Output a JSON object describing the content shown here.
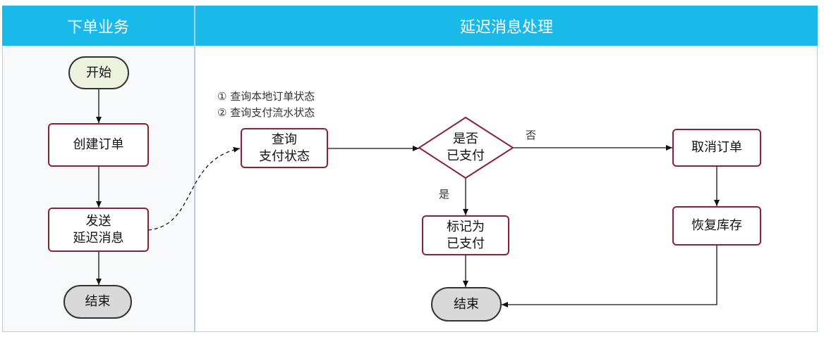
{
  "lanes": {
    "left_title": "下单业务",
    "right_title": "延迟消息处理"
  },
  "nodes": {
    "start": "开始",
    "create_order": "创建订单",
    "send_delay_msg": "发送\n延迟消息",
    "end_left": "结束",
    "query_pay_status": "查询\n支付状态",
    "is_paid": "是否\n已支付",
    "mark_paid": "标记为\n已支付",
    "cancel_order": "取消订单",
    "restore_stock": "恢复库存",
    "end_right": "结束"
  },
  "edge_labels": {
    "no": "否",
    "yes": "是"
  },
  "notes": {
    "step1": "① 查询本地订单状态",
    "step2": "② 查询支付流水状态"
  },
  "colors": {
    "header_bg": "#19b9ea",
    "rect_border": "#8b2232",
    "start_fill": "#eef3df",
    "end_fill": "#d9d9d9"
  }
}
